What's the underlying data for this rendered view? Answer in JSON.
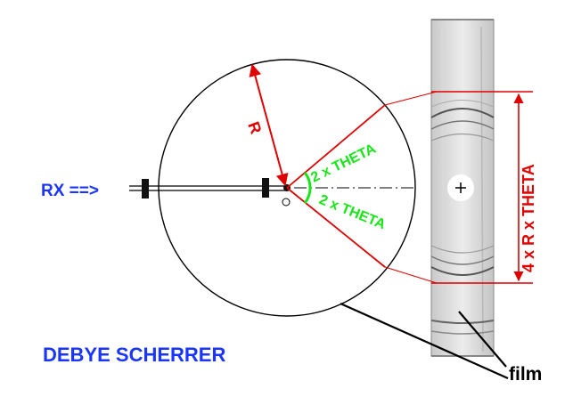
{
  "labels": {
    "source": "RX ==>",
    "radius": "R",
    "angle_upper": "2 x THETA",
    "angle_lower": "2 x THETA",
    "arc_length": "4 x R x THETA",
    "film": "film",
    "title": "DEBYE SCHERRER"
  },
  "colors": {
    "blue": "#1a35ff",
    "red": "#e00000",
    "green": "#19e619",
    "black": "#000000"
  }
}
